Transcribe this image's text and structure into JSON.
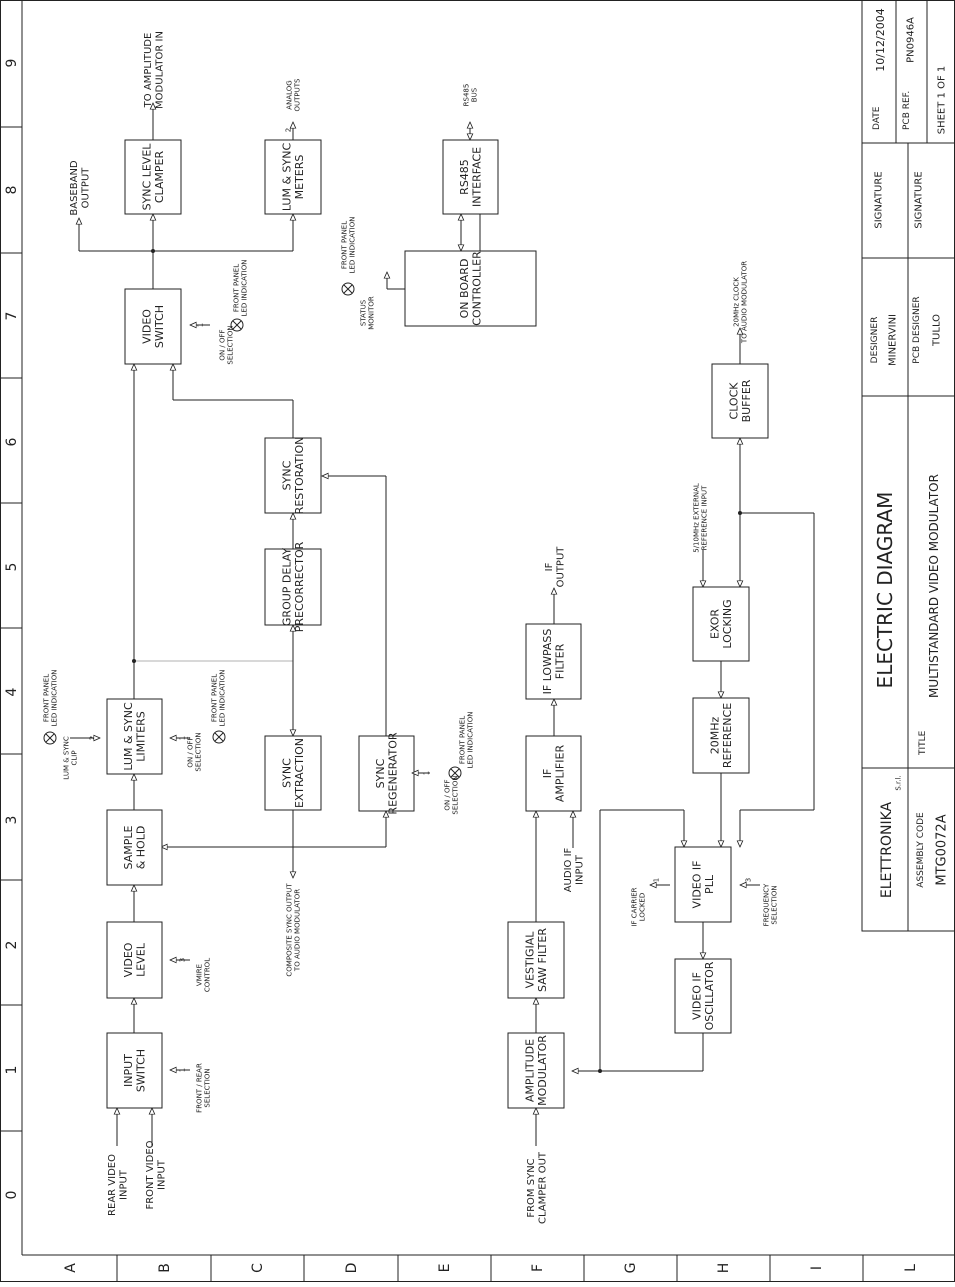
{
  "title_block": {
    "title": "ELECTRIC DIAGRAM",
    "subtitle": "MULTISTANDARD VIDEO MODULATOR",
    "title_label": "TITLE",
    "logo_text": "ELETTRONIKA",
    "logo_suffix": "S.r.l.",
    "assembly_code_label": "ASSEMBLY CODE",
    "assembly_code": "MTG0072A",
    "designer_label": "DESIGNER",
    "designer": "MINERVINI",
    "pcb_designer_label": "PCB DESIGNER",
    "pcb_designer": "TULLO",
    "signature_label_1": "SIGNATURE",
    "signature_label_2": "SIGNATURE",
    "date_label": "DATE",
    "date": "10/12/2004",
    "pcb_ref_label": "PCB REF.",
    "pcb_ref": "PN0946A",
    "sheet": "SHEET 1 OF 1"
  },
  "grid": {
    "columns": [
      "0",
      "1",
      "2",
      "3",
      "4",
      "5",
      "6",
      "7",
      "8",
      "9"
    ],
    "rows": [
      "A",
      "B",
      "C",
      "D",
      "E",
      "F",
      "G",
      "H",
      "I",
      "L"
    ]
  },
  "blocks": {
    "input_switch": [
      "INPUT",
      "SWITCH"
    ],
    "video_level": [
      "VIDEO",
      "LEVEL"
    ],
    "sample_hold": [
      "SAMPLE",
      "& HOLD"
    ],
    "lum_sync_limiters": [
      "LUM & SYNC",
      "LIMITERS"
    ],
    "video_switch": [
      "VIDEO",
      "SWITCH"
    ],
    "sync_level_clamper": [
      "SYNC LEVEL",
      "CLAMPER"
    ],
    "lum_sync_meters": [
      "LUM & SYNC",
      "METERS"
    ],
    "sync_extraction": [
      "SYNC",
      "EXTRACTION"
    ],
    "group_delay": [
      "GROUP DELAY",
      "PRECORRECTOR"
    ],
    "sync_restoration": [
      "SYNC",
      "RESTORATION"
    ],
    "sync_regenerator": [
      "SYNC",
      "REGENERATOR"
    ],
    "rs485_interface": [
      "RS485",
      "INTERFACE"
    ],
    "onboard_controller": [
      "ON BOARD",
      "CONTROLLER"
    ],
    "amplitude_modulator": [
      "AMPLITUDE",
      "MODULATOR"
    ],
    "vestigial_saw": [
      "VESTIGIAL",
      "SAW FILTER"
    ],
    "if_amplifier": [
      "IF",
      "AMPLIFIER"
    ],
    "if_lowpass": [
      "IF LOWPASS",
      "FILTER"
    ],
    "video_if_oscillator": [
      "VIDEO IF",
      "OSCILLATOR"
    ],
    "video_if_pll": [
      "VIDEO IF",
      "PLL"
    ],
    "ref_20mhz": [
      "20MHz",
      "REFERENCE"
    ],
    "exor_locking": [
      "EXOR",
      "LOCKING"
    ],
    "clock_buffer": [
      "CLOCK",
      "BUFFER"
    ]
  },
  "labels": {
    "rear_video_input": [
      "REAR VIDEO",
      "INPUT"
    ],
    "front_video_input": [
      "FRONT VIDEO",
      "INPUT"
    ],
    "front_rear_selection": [
      "FRONT / REAR",
      "SELECTION"
    ],
    "vmire_control": [
      "VMIRE",
      "CONTROL"
    ],
    "lum_sync_clip": [
      "LUM & SYNC",
      "CLIP"
    ],
    "front_panel_led": [
      "FRONT PANEL",
      "LED INDICATION"
    ],
    "on_off_selection": [
      "ON / OFF",
      "SELECTION"
    ],
    "baseband_output": [
      "BASEBAND",
      "OUTPUT"
    ],
    "to_amplitude_modulator": [
      "TO AMPLITUDE",
      "MODULATOR IN"
    ],
    "analog_outputs": [
      "ANALOG",
      "OUTPUTS"
    ],
    "rs485_bus": [
      "RS485",
      "BUS"
    ],
    "status_monitor": [
      "STATUS",
      "MONITOR"
    ],
    "composite_sync_output": [
      "COMPOSITE SYNC OUTPUT",
      "TO AUDIO MODULATOR"
    ],
    "from_sync_clamper": [
      "FROM SYNC",
      "CLAMPER OUT"
    ],
    "audio_if_input": [
      "AUDIO IF",
      "INPUT"
    ],
    "if_output": [
      "IF",
      "OUTPUT"
    ],
    "if_carrier_locked": [
      "IF CARRIER",
      "LOCKED"
    ],
    "frequency_selection": [
      "FREQUENCY",
      "SELECTION"
    ],
    "external_reference": [
      "5/10MHz EXTERNAL",
      "REFERENCE INPUT"
    ],
    "clock_20mhz": [
      "20MHz CLOCK",
      "TO AUDIO MODULATOR"
    ],
    "n1": "1",
    "n2": "2",
    "n3": "3"
  }
}
